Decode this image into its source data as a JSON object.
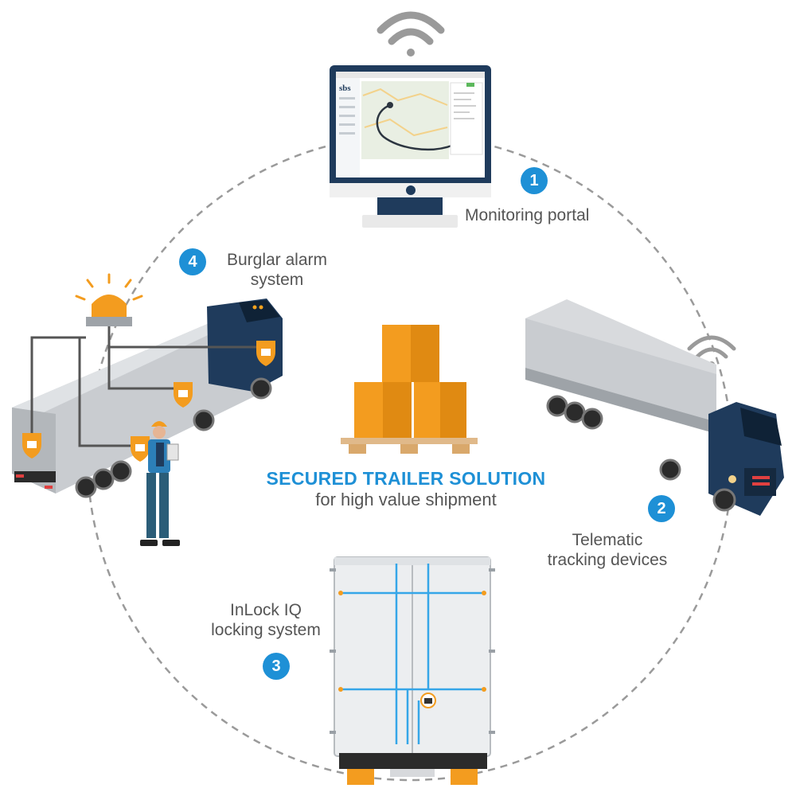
{
  "title": "SECURED TRAILER SOLUTION",
  "subtitle": "for high value shipment",
  "steps": [
    {
      "number": "1",
      "label": "Monitoring portal"
    },
    {
      "number": "2",
      "label_line1": "Telematic",
      "label_line2": "tracking devices"
    },
    {
      "number": "3",
      "label_line1": "InLock IQ",
      "label_line2": "locking system"
    },
    {
      "number": "4",
      "label_line1": "Burglar alarm",
      "label_line2": "system"
    }
  ],
  "portal_logo": "sbs",
  "colors": {
    "accent": "#1e90d6",
    "orange": "#f39c1f",
    "truck_blue": "#1f3b5c",
    "trailer_grey": "#c9ccd0",
    "text": "#555555"
  },
  "icons": [
    "wifi-icon",
    "padlock-icon",
    "alarm-beacon-icon",
    "box-icon"
  ]
}
